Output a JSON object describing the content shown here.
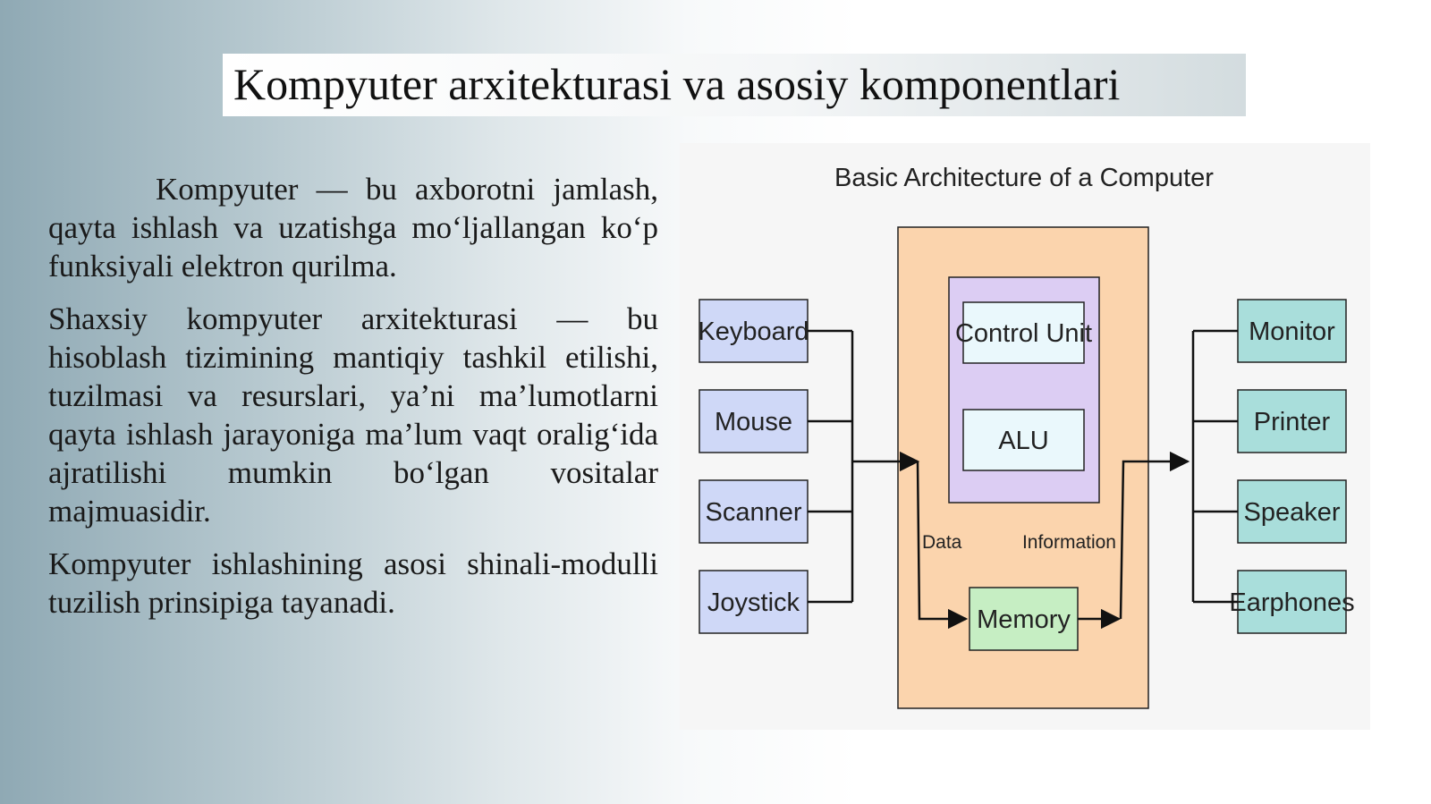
{
  "slide": {
    "title": "Kompyuter arxitekturasi va asosiy komponentlari",
    "paragraphs": [
      "Kompyuter — bu axborotni jamlash, qayta ishlash va uzatishga mo‘ljallangan ko‘p funksiyali elektron qurilma.",
      "Shaxsiy kompyuter arxitekturasi — bu hisoblash tizimining mantiqiy tashkil etilishi, tuzilmasi va resurslari, ya’ni ma’lumotlarni qayta ishlash jarayoniga ma’lum vaqt oralig‘ida ajratilishi mumkin bo‘lgan vositalar majmuasidir.",
      "Kompyuter ishlashining asosi shinali-modulli tuzilish prinsipiga tayanadi."
    ]
  },
  "diagram": {
    "title": "Basic Architecture of a Computer",
    "inputs": [
      "Keyboard",
      "Mouse",
      "Scanner",
      "Joystick"
    ],
    "outputs": [
      "Monitor",
      "Printer",
      "Speaker",
      "Earphones"
    ],
    "cpu_units": [
      "Control Unit",
      "ALU"
    ],
    "memory": "Memory",
    "edge_labels": {
      "data": "Data",
      "information": "Information"
    },
    "colors": {
      "input_fill": "#cfd8f7",
      "output_fill": "#a9dedb",
      "system_fill": "#fbd4ad",
      "cpu_fill": "#dccdf3",
      "unit_fill": "#eaf8fc",
      "memory_fill": "#c6eec3",
      "line": "#111111"
    }
  }
}
